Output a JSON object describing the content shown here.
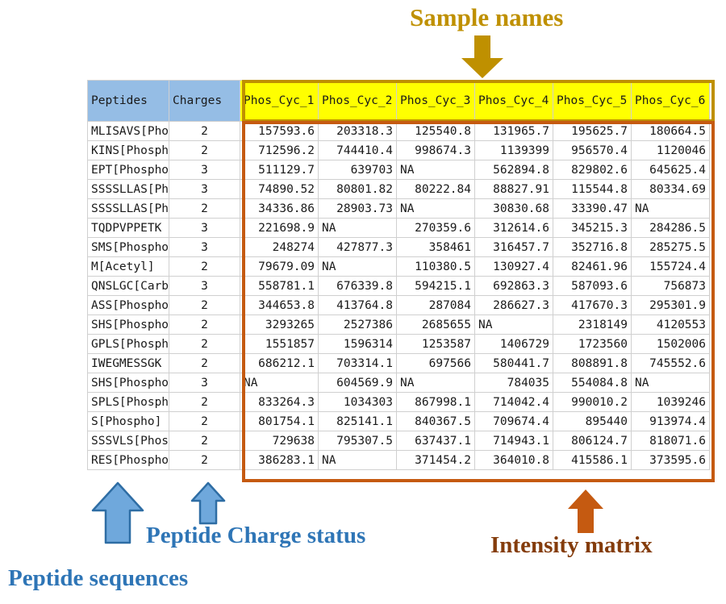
{
  "annotations": {
    "sample_names": {
      "text": "Sample names",
      "color": "#bf9000",
      "arrow": "down-arrow-gold"
    },
    "peptide_charge_status": {
      "text": "Peptide Charge status",
      "color": "#2e75b6",
      "arrow": "up-arrow-blue-small"
    },
    "peptide_sequences": {
      "text": "Peptide sequences",
      "color": "#2e75b6",
      "arrow": "up-arrow-blue-large"
    },
    "intensity_matrix": {
      "text": "Intensity matrix",
      "color": "#c55a11",
      "arrow": "up-arrow-orange"
    }
  },
  "colors": {
    "header_blue": "#95bde5",
    "header_yellow": "#ffff00",
    "sample_box_border": "#bf9000",
    "intensity_box_border": "#c55a11",
    "annotation_blue": "#2e75b6",
    "annotation_gold": "#bf9000",
    "annotation_brown": "#843c0c",
    "grid_line": "#d0d0d0"
  },
  "table": {
    "columns": [
      {
        "key": "peptides",
        "label": "Peptides",
        "style": "blue"
      },
      {
        "key": "charges",
        "label": "Charges",
        "style": "blue"
      },
      {
        "key": "s1",
        "label": "Phos_Cyc_1",
        "style": "yellow"
      },
      {
        "key": "s2",
        "label": "Phos_Cyc_2",
        "style": "yellow"
      },
      {
        "key": "s3",
        "label": "Phos_Cyc_3",
        "style": "yellow"
      },
      {
        "key": "s4",
        "label": "Phos_Cyc_4",
        "style": "yellow"
      },
      {
        "key": "s5",
        "label": "Phos_Cyc_5",
        "style": "yellow"
      },
      {
        "key": "s6",
        "label": "Phos_Cyc_6",
        "style": "yellow"
      }
    ],
    "rows": [
      {
        "peptides": "MLISAVS[Phospho]",
        "charges": "2",
        "s1": "157593.6",
        "s2": "203318.3",
        "s3": "125540.8",
        "s4": "131965.7",
        "s5": "195625.7",
        "s6": "180664.5"
      },
      {
        "peptides": "KINS[Phospho]",
        "charges": "2",
        "s1": "712596.2",
        "s2": "744410.4",
        "s3": "998674.3",
        "s4": "1139399",
        "s5": "956570.4",
        "s6": "1120046"
      },
      {
        "peptides": "EPT[Phospho]",
        "charges": "3",
        "s1": "511129.7",
        "s2": "639703",
        "s3": "NA",
        "s4": "562894.8",
        "s5": "829802.6",
        "s6": "645625.4"
      },
      {
        "peptides": "SSSSLLAS[Phospho]",
        "charges": "3",
        "s1": "74890.52",
        "s2": "80801.82",
        "s3": "80222.84",
        "s4": "88827.91",
        "s5": "115544.8",
        "s6": "80334.69"
      },
      {
        "peptides": "SSSSLLAS[Phospho]",
        "charges": "2",
        "s1": "34336.86",
        "s2": "28903.73",
        "s3": "NA",
        "s4": "30830.68",
        "s5": "33390.47",
        "s6": "NA"
      },
      {
        "peptides": "TQDPVPPETK",
        "charges": "3",
        "s1": "221698.9",
        "s2": "NA",
        "s3": "270359.6",
        "s4": "312614.6",
        "s5": "345215.3",
        "s6": "284286.5"
      },
      {
        "peptides": "SMS[Phospho]",
        "charges": "3",
        "s1": "248274",
        "s2": "427877.3",
        "s3": "358461",
        "s4": "316457.7",
        "s5": "352716.8",
        "s6": "285275.5"
      },
      {
        "peptides": "M[Acetyl]",
        "charges": "2",
        "s1": "79679.09",
        "s2": "NA",
        "s3": "110380.5",
        "s4": "130927.4",
        "s5": "82461.96",
        "s6": "155724.4"
      },
      {
        "peptides": "QNSLGC[Carbamidomethyl]",
        "charges": "3",
        "s1": "558781.1",
        "s2": "676339.8",
        "s3": "594215.1",
        "s4": "692863.3",
        "s5": "587093.6",
        "s6": "756873"
      },
      {
        "peptides": "ASS[Phospho]",
        "charges": "2",
        "s1": "344653.8",
        "s2": "413764.8",
        "s3": "287084",
        "s4": "286627.3",
        "s5": "417670.3",
        "s6": "295301.9"
      },
      {
        "peptides": "SHS[Phospho]",
        "charges": "2",
        "s1": "3293265",
        "s2": "2527386",
        "s3": "2685655",
        "s4": "NA",
        "s5": "2318149",
        "s6": "4120553"
      },
      {
        "peptides": "GPLS[Phospho]",
        "charges": "2",
        "s1": "1551857",
        "s2": "1596314",
        "s3": "1253587",
        "s4": "1406729",
        "s5": "1723560",
        "s6": "1502006"
      },
      {
        "peptides": "IWEGMESSGK",
        "charges": "2",
        "s1": "686212.1",
        "s2": "703314.1",
        "s3": "697566",
        "s4": "580441.7",
        "s5": "808891.8",
        "s6": "745552.6"
      },
      {
        "peptides": "SHS[Phospho]",
        "charges": "3",
        "s1": "NA",
        "s2": "604569.9",
        "s3": "NA",
        "s4": "784035",
        "s5": "554084.8",
        "s6": "NA"
      },
      {
        "peptides": "SPLS[Phospho]",
        "charges": "2",
        "s1": "833264.3",
        "s2": "1034303",
        "s3": "867998.1",
        "s4": "714042.4",
        "s5": "990010.2",
        "s6": "1039246"
      },
      {
        "peptides": "S[Phospho]",
        "charges": "2",
        "s1": "801754.1",
        "s2": "825141.1",
        "s3": "840367.5",
        "s4": "709674.4",
        "s5": "895440",
        "s6": "913974.4"
      },
      {
        "peptides": "SSSVLS[Phospho]",
        "charges": "2",
        "s1": "729638",
        "s2": "795307.5",
        "s3": "637437.1",
        "s4": "714943.1",
        "s5": "806124.7",
        "s6": "818071.6"
      },
      {
        "peptides": "RES[Phospho]",
        "charges": "2",
        "s1": "386283.1",
        "s2": "NA",
        "s3": "371454.2",
        "s4": "364010.8",
        "s5": "415586.1",
        "s6": "373595.6"
      }
    ]
  }
}
